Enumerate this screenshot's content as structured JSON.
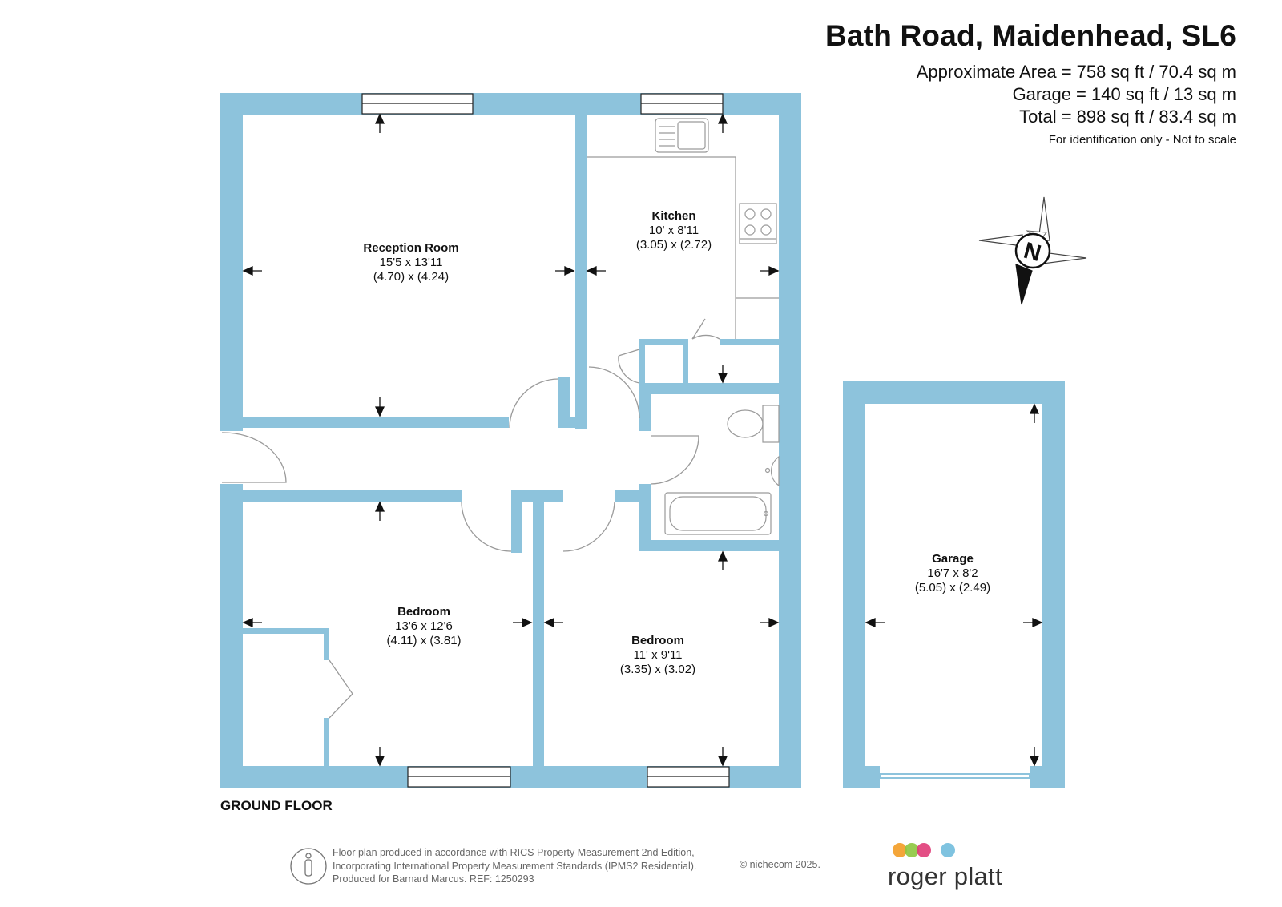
{
  "header": {
    "title": "Bath Road, Maidenhead, SL6",
    "area_line1": "Approximate Area = 758 sq ft / 70.4 sq m",
    "area_line2": "Garage = 140 sq ft / 13 sq m",
    "area_line3": "Total = 898 sq ft / 83.4 sq m",
    "note": "For identification only - Not to scale"
  },
  "compass": {
    "letter": "N"
  },
  "rooms": {
    "reception": {
      "name": "Reception Room",
      "imperial": "15'5 x 13'11",
      "metric": "(4.70) x (4.24)"
    },
    "kitchen": {
      "name": "Kitchen",
      "imperial": "10' x 8'11",
      "metric": "(3.05) x (2.72)"
    },
    "bedroom1": {
      "name": "Bedroom",
      "imperial": "13'6 x 12'6",
      "metric": "(4.11) x (3.81)"
    },
    "bedroom2": {
      "name": "Bedroom",
      "imperial": "11' x 9'11",
      "metric": "(3.35) x (3.02)"
    },
    "garage": {
      "name": "Garage",
      "imperial": "16'7 x 8'2",
      "metric": "(5.05) x (2.49)"
    }
  },
  "floor_label": "GROUND FLOOR",
  "footer": {
    "line1": "Floor plan produced in accordance with RICS Property Measurement 2nd Edition,",
    "line2": "Incorporating International Property Measurement Standards (IPMS2 Residential).",
    "line3": "Produced for Barnard Marcus.   REF:  1250293",
    "copyright": "© nichecom 2025."
  },
  "brand": {
    "name": "roger platt"
  },
  "colors": {
    "wall": "#8dc3dc",
    "fixture": "#9a9a9a",
    "text": "#111111",
    "brand_dots": [
      "#f4a63a",
      "#8dc63f",
      "#e03c78",
      "#7fc3e0"
    ]
  }
}
